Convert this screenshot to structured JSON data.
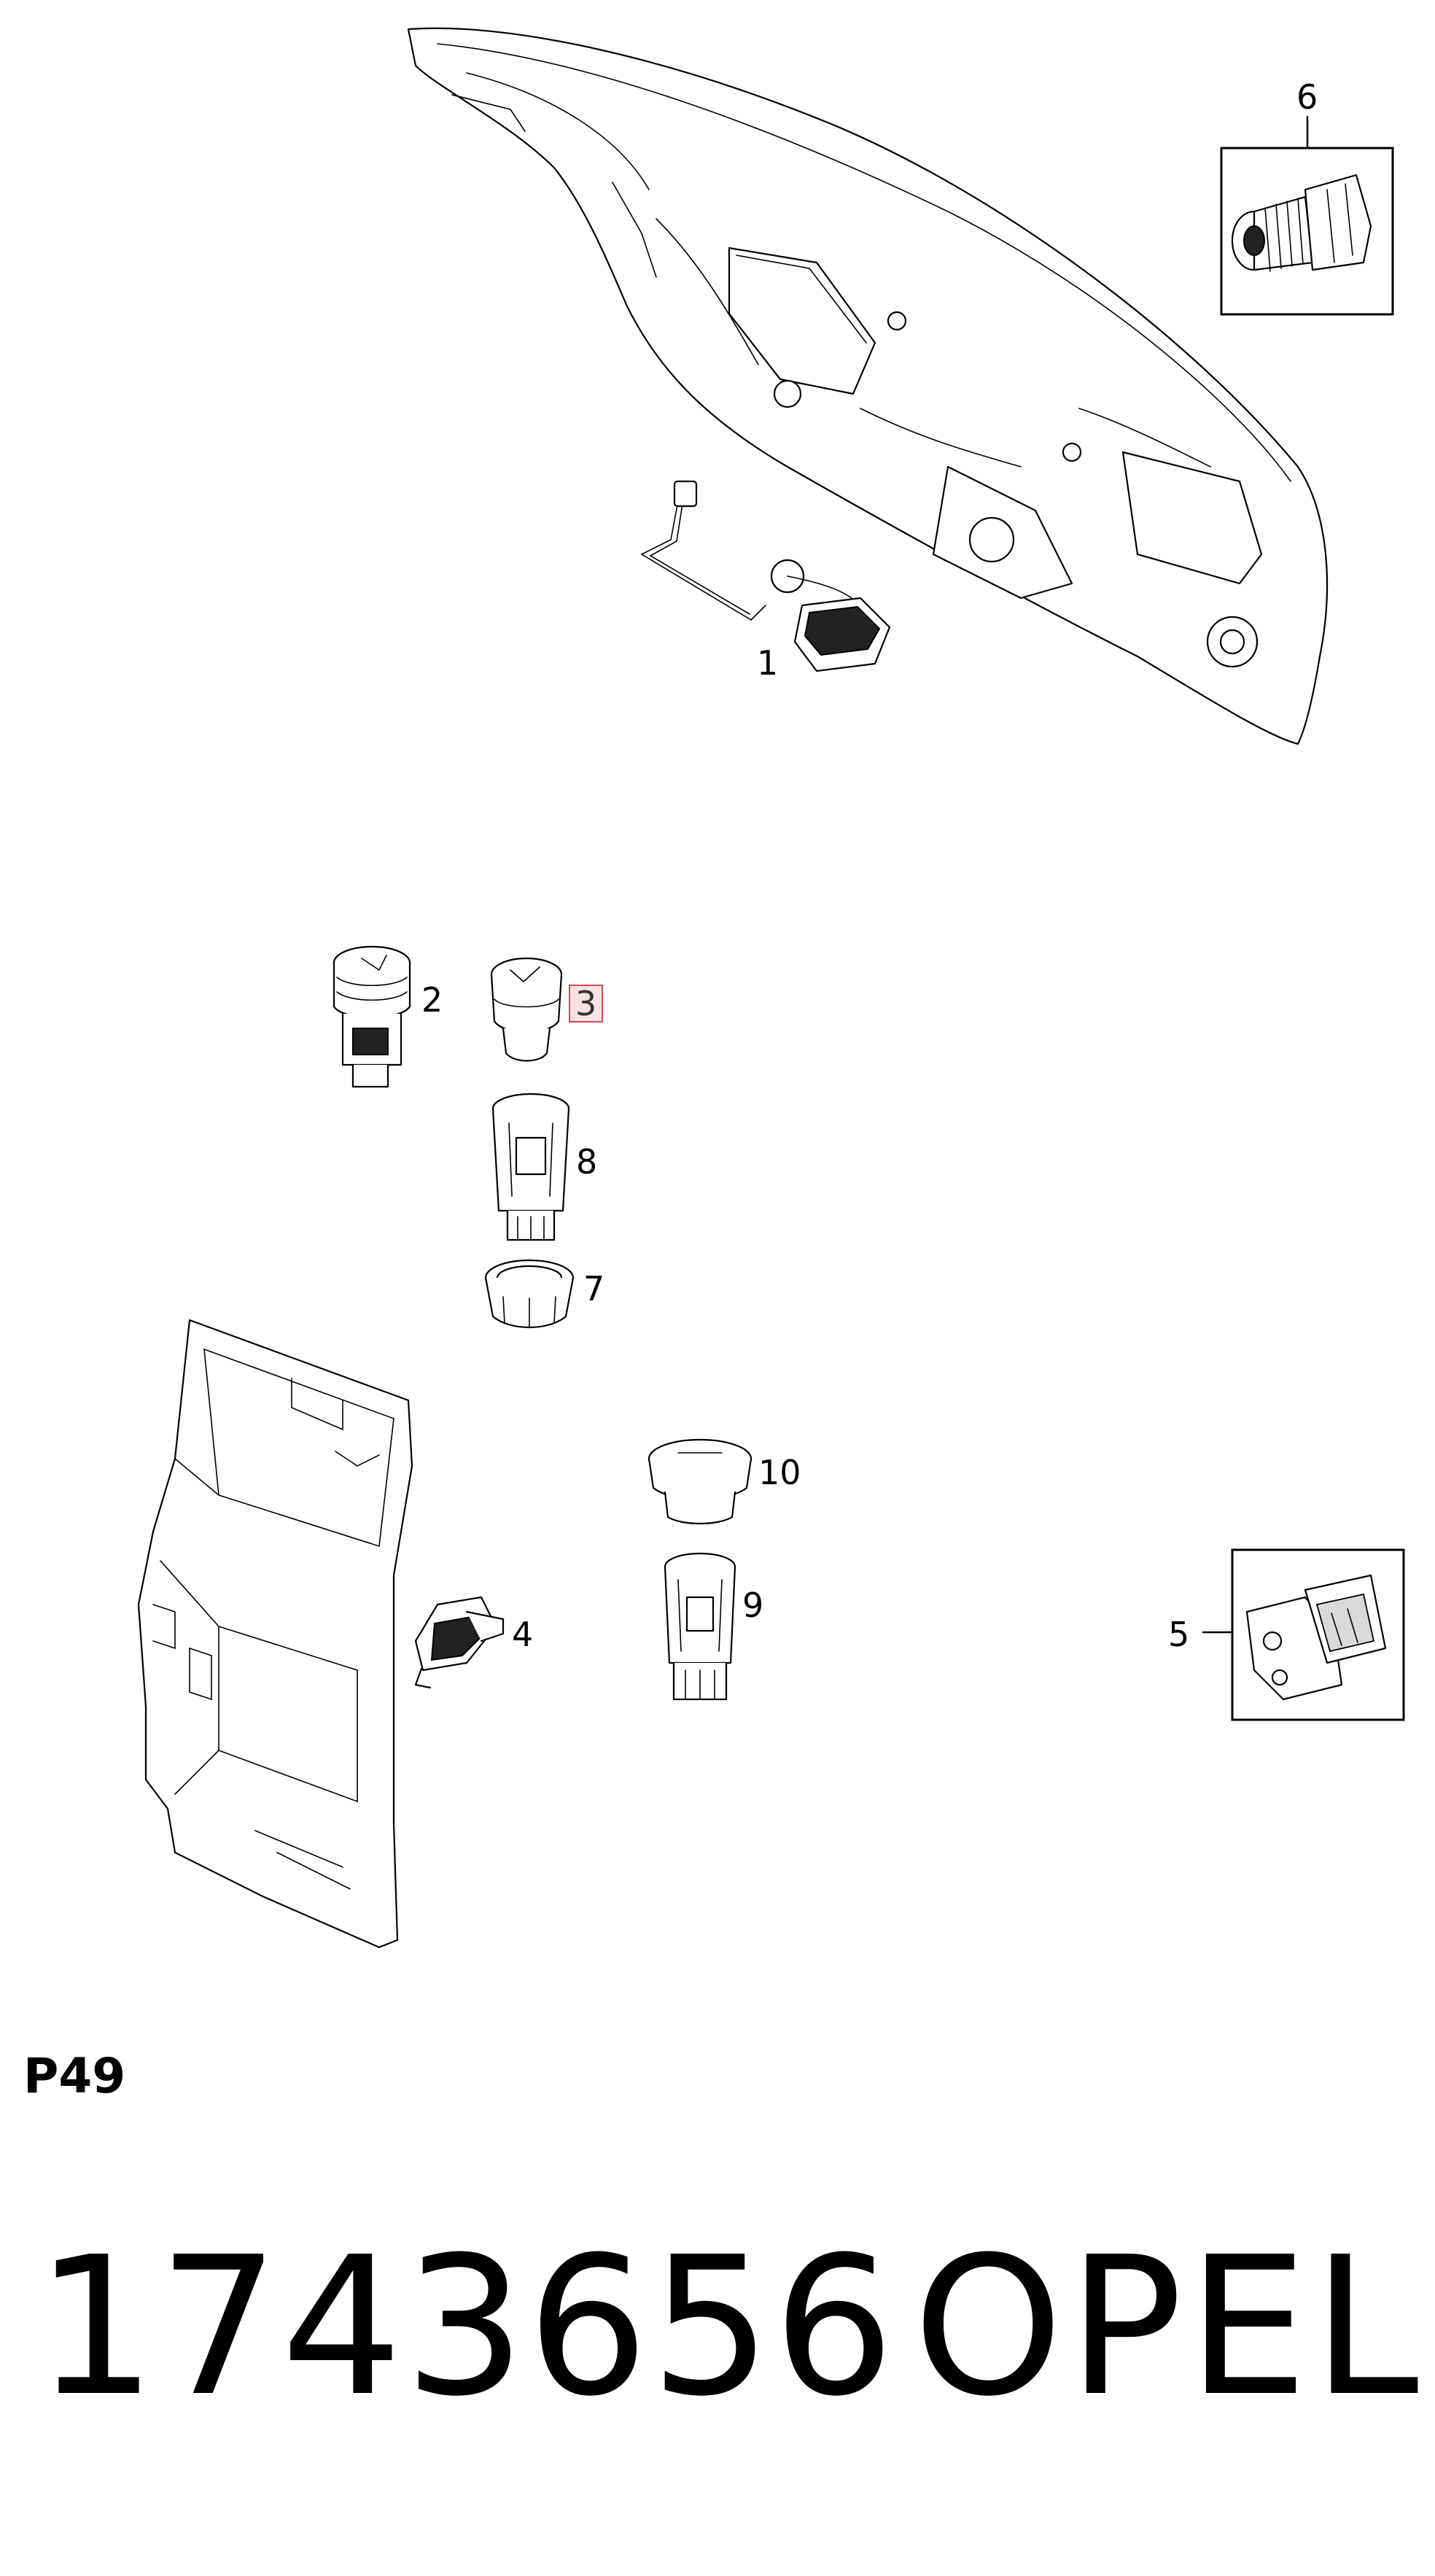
{
  "diagram": {
    "callouts": [
      {
        "id": "c1",
        "label": "1",
        "part": "Tailgate with licence plate lamp harness",
        "highlighted": false
      },
      {
        "id": "c2",
        "label": "2",
        "part": "Socket with cap",
        "highlighted": false
      },
      {
        "id": "c3",
        "label": "3",
        "part": "Socket cap",
        "highlighted": true
      },
      {
        "id": "c4",
        "label": "4",
        "part": "Switch",
        "highlighted": false
      },
      {
        "id": "c5",
        "label": "5",
        "part": "Connector bracket",
        "highlighted": false
      },
      {
        "id": "c6",
        "label": "6",
        "part": "Connector",
        "highlighted": false
      },
      {
        "id": "c7",
        "label": "7",
        "part": "Retainer ring",
        "highlighted": false
      },
      {
        "id": "c8",
        "label": "8",
        "part": "Socket housing",
        "highlighted": false
      },
      {
        "id": "c9",
        "label": "9",
        "part": "Socket housing",
        "highlighted": false
      },
      {
        "id": "c10",
        "label": "10",
        "part": "Socket cap",
        "highlighted": false
      }
    ],
    "section_code": "P49",
    "part_number": "1743656",
    "brand": "OPEL",
    "highlight_color": "#e0434f"
  }
}
